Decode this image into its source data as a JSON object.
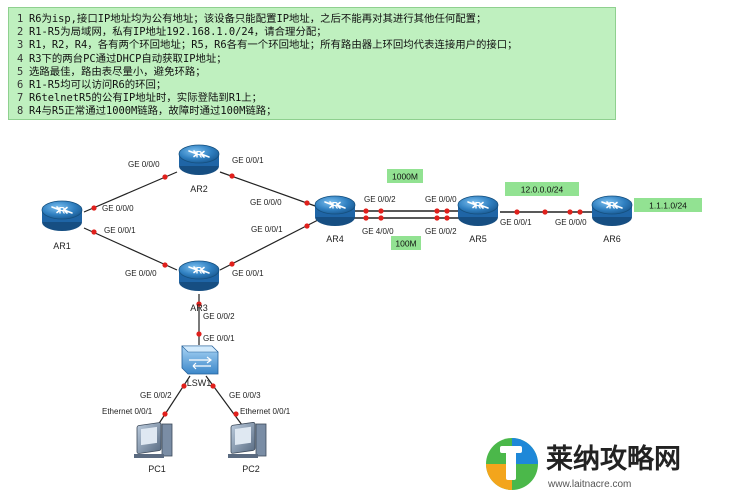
{
  "requirements": [
    "R6为isp,接口IP地址均为公有地址；该设备只能配置IP地址，之后不能再对其进行其他任何配置；",
    "R1-R5为局域网，私有IP地址192.168.1.0/24，请合理分配；",
    "R1，R2，R4，各有两个环回地址；R5，R6各有一个环回地址；所有路由器上环回均代表连接用户的接口；",
    "R3下的两台PC通过DHCP自动获取IP地址；",
    "选路最佳，路由表尽量小，避免环路；",
    "R1-R5均可以访问R6的环回；",
    "R6telnetR5的公有IP地址时，实际登陆到R1上；",
    "R4与R5正常通过1000M链路，故障时通过100M链路；"
  ],
  "devices": {
    "ar1": "AR1",
    "ar2": "AR2",
    "ar3": "AR3",
    "ar4": "AR4",
    "ar5": "AR5",
    "ar6": "AR6",
    "lsw1": "LSW1",
    "pc1": "PC1",
    "pc2": "PC2"
  },
  "interfaces": {
    "ar2_left": "GE 0/0/0",
    "ar2_right": "GE 0/0/1",
    "ar1_top": "GE 0/0/0",
    "ar1_bottom": "GE 0/0/1",
    "ar4_left_top": "GE 0/0/0",
    "ar4_left_bottom": "GE 0/0/1",
    "ar4_right_top": "GE 0/0/2",
    "ar4_right_bottom": "GE 4/0/0",
    "ar5_left_top": "GE 0/0/0",
    "ar5_left_bottom": "GE 0/0/2",
    "ar5_right": "GE 0/0/1",
    "ar6_left": "GE 0/0/0",
    "ar3_left": "GE 0/0/0",
    "ar3_right": "GE 0/0/1",
    "ar3_down": "GE 0/0/2",
    "lsw1_up": "GE 0/0/1",
    "lsw1_left": "GE 0/0/2",
    "lsw1_right": "GE 0/0/3",
    "pc1_eth": "Ethernet 0/0/1",
    "pc2_eth": "Ethernet 0/0/1"
  },
  "tags": {
    "link_1000m": "1000M",
    "link_100m": "100M",
    "public_subnet": "12.0.0.0/24",
    "ar6_loopback": "1.1.1.0/24"
  },
  "colors": {
    "req_background": "#bff0bf",
    "tag_background": "#92e292",
    "link": "#222222",
    "port_dot": "#e0201c",
    "router": "#2f7fc0"
  },
  "watermark": {
    "brand": "莱纳攻略网",
    "url": "www.laitnacre.com"
  }
}
